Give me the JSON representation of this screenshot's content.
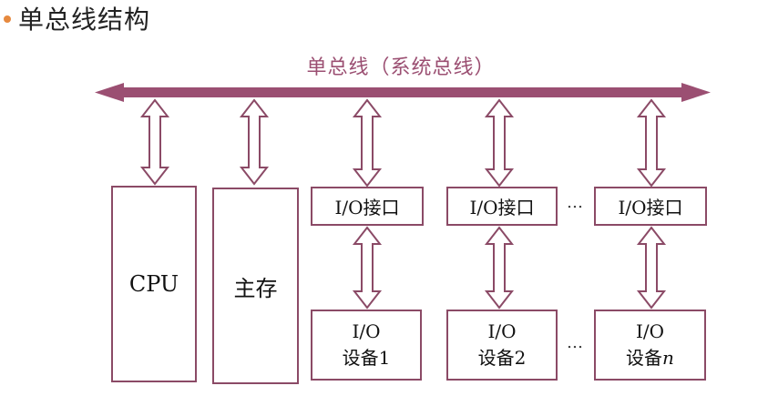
{
  "title": "单总线结构",
  "bus_label": "单总线（系统总线）",
  "cpu_label": "CPU",
  "memory_label": "主存",
  "io_interface_label": "I/O接口",
  "ellipsis": "…",
  "devices": [
    {
      "line1": "I/O",
      "line2": "设备1"
    },
    {
      "line1": "I/O",
      "line2": "设备2"
    },
    {
      "line1": "I/O",
      "line2": "设备",
      "suffix": "n"
    }
  ],
  "colors": {
    "bus": "#9b4f72",
    "box_border": "#8b4a66",
    "bullet": "#e6893f"
  }
}
